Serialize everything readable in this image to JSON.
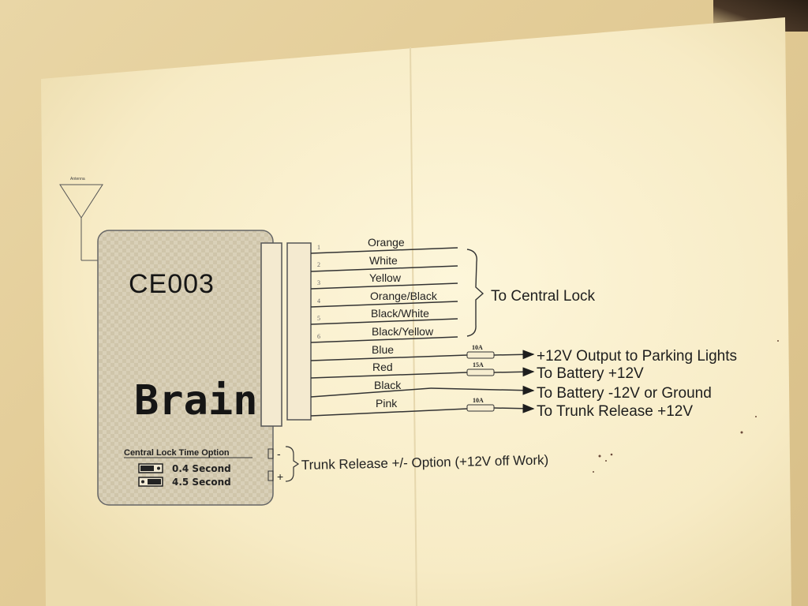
{
  "module": {
    "model": "CE003",
    "brand": "Brain"
  },
  "antenna": {
    "label": "Antenna"
  },
  "wires": [
    {
      "pin": "1",
      "color_name": "Orange"
    },
    {
      "pin": "2",
      "color_name": "White"
    },
    {
      "pin": "3",
      "color_name": "Yellow"
    },
    {
      "pin": "4",
      "color_name": "Orange/Black"
    },
    {
      "pin": "5",
      "color_name": "Black/White"
    },
    {
      "pin": "6",
      "color_name": "Black/Yellow"
    },
    {
      "pin": "",
      "color_name": "Blue",
      "fuse": "10A",
      "destination": "+12V Output to Parking Lights"
    },
    {
      "pin": "",
      "color_name": "Red",
      "fuse": "15A",
      "destination": "To Battery +12V"
    },
    {
      "pin": "",
      "color_name": "Black",
      "fuse": "",
      "destination": "To Battery -12V or Ground"
    },
    {
      "pin": "",
      "color_name": "Pink",
      "fuse": "10A",
      "destination": "To Trunk Release +12V"
    }
  ],
  "central_lock_group": {
    "label": "To Central Lock"
  },
  "lock_time_option": {
    "title": "Central Lock Time Option",
    "options": [
      {
        "label": "0.4 Second"
      },
      {
        "label": "4.5 Second"
      }
    ]
  },
  "trunk_option": {
    "minus": "-",
    "plus": "+",
    "label": "Trunk Release +/- Option (+12V off Work)"
  },
  "colors": {
    "paper": "#fbf1cf",
    "ink": "#1e1e1e",
    "module_fill": "#d6cdb4"
  }
}
